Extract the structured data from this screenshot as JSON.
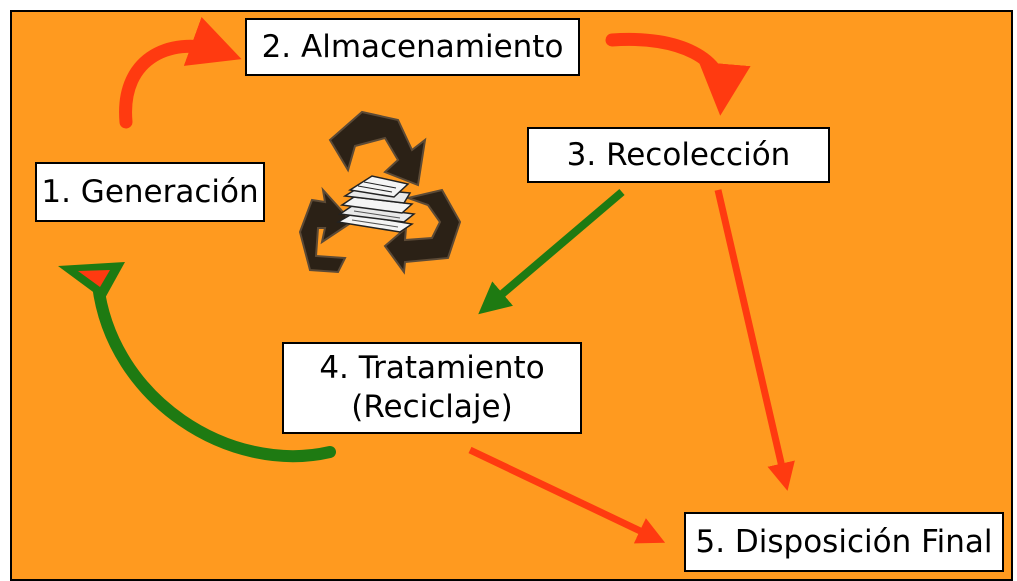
{
  "diagram": {
    "nodes": [
      {
        "id": "generacion",
        "label": "1. Generación"
      },
      {
        "id": "almacenamiento",
        "label": "2. Almacenamiento"
      },
      {
        "id": "recoleccion",
        "label": "3. Recolección"
      },
      {
        "id": "tratamiento",
        "label_line1": "4. Tratamiento",
        "label_line2": "(Reciclaje)"
      },
      {
        "id": "disposicion",
        "label": "5. Disposición Final"
      }
    ],
    "edges": [
      {
        "from": "generacion",
        "to": "almacenamiento",
        "color": "#ff3a10"
      },
      {
        "from": "almacenamiento",
        "to": "recoleccion",
        "color": "#ff3a10"
      },
      {
        "from": "recoleccion",
        "to": "tratamiento",
        "color": "#1e7a12"
      },
      {
        "from": "recoleccion",
        "to": "disposicion",
        "color": "#ff3a10"
      },
      {
        "from": "tratamiento",
        "to": "disposicion",
        "color": "#ff3a10"
      },
      {
        "from": "tratamiento",
        "to": "generacion",
        "color": "#1e7a12"
      }
    ],
    "colors": {
      "background": "#ff9a1f",
      "red_arrow": "#ff3a10",
      "green_arrow": "#1e7a12",
      "box": "#ffffff"
    },
    "icon": "recycling-symbol-icon"
  }
}
